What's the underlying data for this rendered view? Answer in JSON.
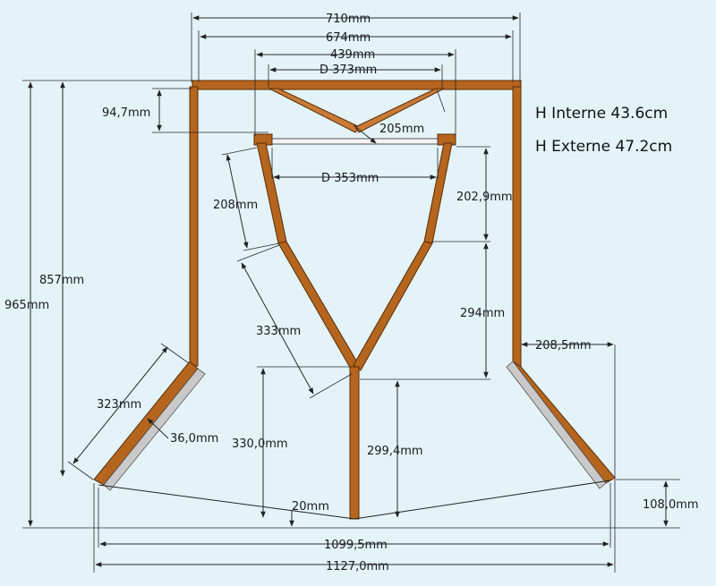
{
  "notes": {
    "h_interne": "H Interne 43.6cm",
    "h_externe": "H Externe 47.2cm"
  },
  "dimensions": {
    "top_710": "710mm",
    "top_674": "674mm",
    "top_439": "439mm",
    "top_d373": "D 373mm",
    "d353": "D 353mm",
    "h94": "94,7mm",
    "d205": "205mm",
    "left_208": "208mm",
    "right_2029": "202,9mm",
    "left_333": "333mm",
    "right_294": "294mm",
    "left_857": "857mm",
    "left_965": "965mm",
    "right_2085": "208,5mm",
    "left_323": "323mm",
    "t36": "36,0mm",
    "h330": "330,0mm",
    "h2994": "299,4mm",
    "d20": "20mm",
    "r108": "108,0mm",
    "b10995": "1099,5mm",
    "b1127": "1127,0mm"
  },
  "colors": {
    "background": "#e3f3f8",
    "wood": "#b5651d",
    "panel": "#c9c9c9"
  }
}
